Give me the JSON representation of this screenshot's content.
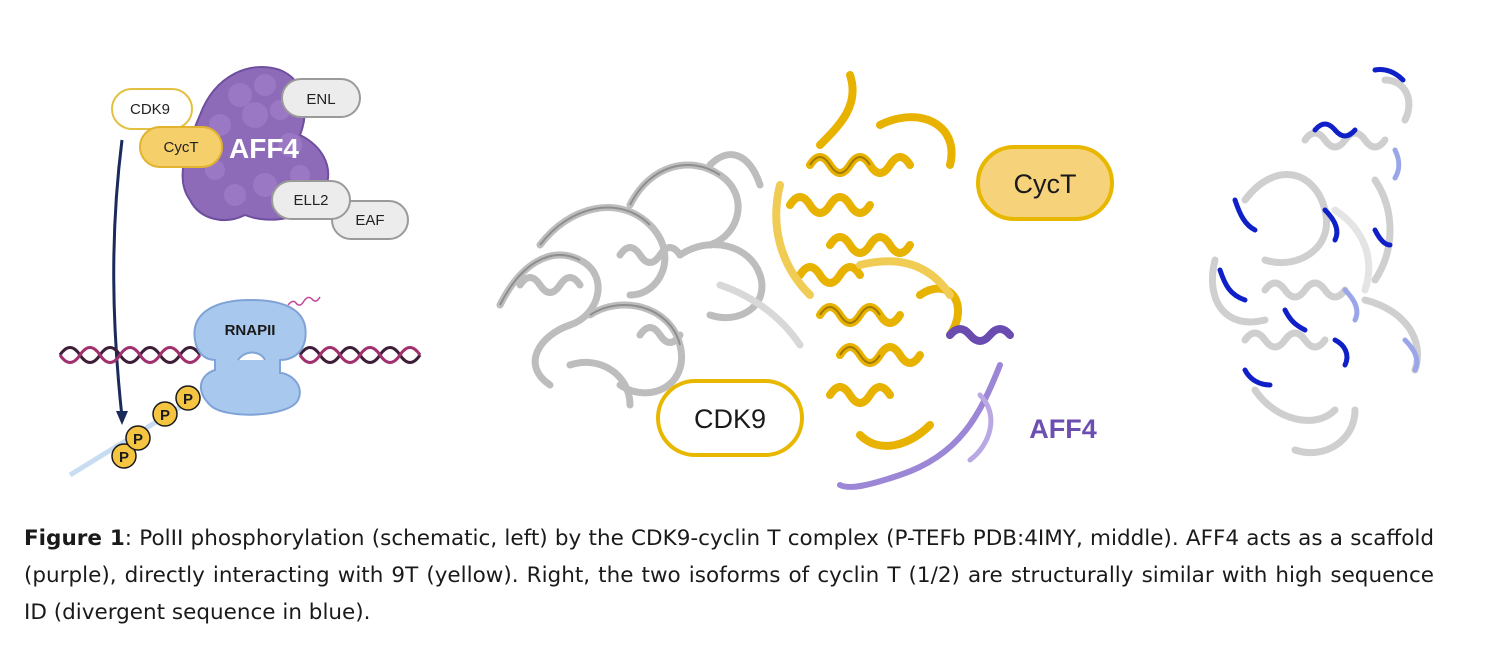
{
  "schematic": {
    "cdk9_label": "CDK9",
    "cyct_label": "CycT",
    "aff4_label": "AFF4",
    "enl_label": "ENL",
    "ell2_label": "ELL2",
    "eaf_label": "EAF",
    "rnapii_label": "RNAPII",
    "phospho_label": "P"
  },
  "structure": {
    "cyct_label": "CycT",
    "cdk9_label": "CDK9",
    "aff4_label": "AFF4"
  },
  "caption": {
    "label": "Figure 1",
    "text": ": PolII phosphorylation (schematic, left) by the CDK9-cyclin T complex (P-TEFb PDB:4IMY, middle). AFF4 acts as a scaffold (purple), directly interacting with 9T (yellow). Right, the two isoforms of cyclin T (1/2) are structurally similar with high sequence ID (divergent sequence in blue)."
  },
  "colors": {
    "gold": "#E8B800",
    "gold_fill": "#F6D27A",
    "purple": "#7B5BB5",
    "aff4_text": "#6C4FB0",
    "blue": "#1020C8",
    "rnapii": "#A9C8EE",
    "dna": "#7A2B5A",
    "phospho": "#F5C542"
  }
}
